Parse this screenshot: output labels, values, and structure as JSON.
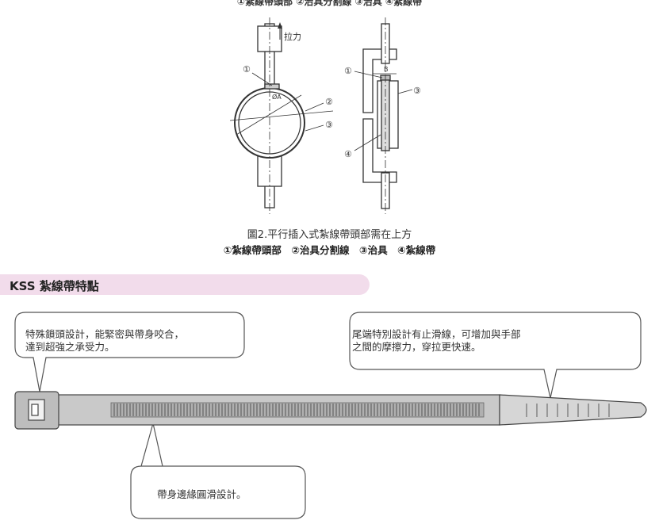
{
  "figure": {
    "top_caption": "①紮線帶頭部 ②治具分割線 ③治具 ④紮線帶",
    "pull_label": "拉力",
    "dim_a": "ØA",
    "dim_b": "B",
    "markers": [
      "①",
      "②",
      "③",
      "④"
    ],
    "caption_line1": "圖2.平行插入式紮線帶頭部需在上方",
    "caption_line2": "①紮線帶頭部　②治具分割線　③治具　④紮線帶"
  },
  "section": {
    "title": "KSS 紮線帶特點"
  },
  "callouts": {
    "head_line1": "特殊鎖頭設計，能緊密與帶身咬合，",
    "head_line2": "達到超強之承受力。",
    "tail_line1": "尾端特別設計有止滑線，可增加與手部",
    "tail_line2": "之間的摩擦力，穿拉更快速。",
    "body": "帶身邊緣圓滑設計。"
  }
}
